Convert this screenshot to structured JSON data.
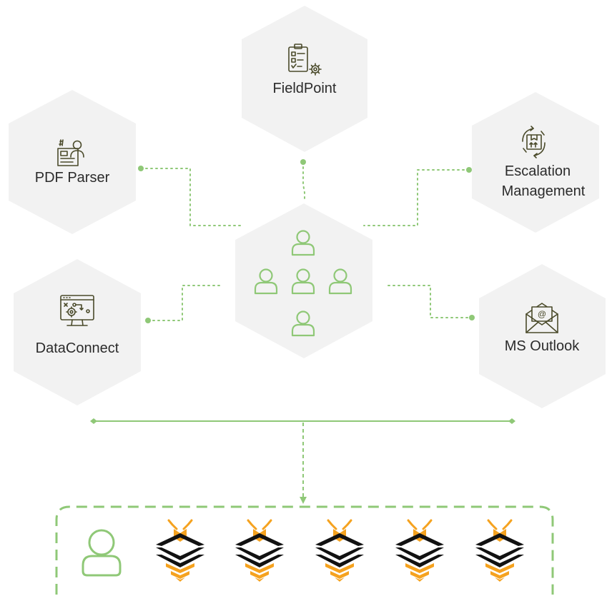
{
  "nodes": {
    "fieldpoint": {
      "label": "FieldPoint",
      "icon": "clipboard-settings-icon"
    },
    "pdf_parser": {
      "label": "PDF Parser",
      "icon": "document-user-icon"
    },
    "escalation": {
      "label_line1": "Escalation",
      "label_line2": "Management",
      "icon": "box-cycle-icon"
    },
    "dataconnect": {
      "label": "DataConnect",
      "icon": "monitor-workflow-icon"
    },
    "ms_outlook": {
      "label": "MS Outlook",
      "icon": "envelope-at-icon"
    },
    "center": {
      "icon": "users-group-icon",
      "user_count": 5
    }
  },
  "bottom_row": {
    "user_icon": "user-icon",
    "bee_icon": "bee-icon",
    "bee_count": 5
  },
  "colors": {
    "hexagon": "#f2f2f2",
    "connector": "#8fc877",
    "user_outline": "#8fc877",
    "icon_stroke": "#4a4a2a",
    "bee_orange": "#f5a21f",
    "bee_black": "#111111",
    "label_text": "#2b2b2b"
  }
}
